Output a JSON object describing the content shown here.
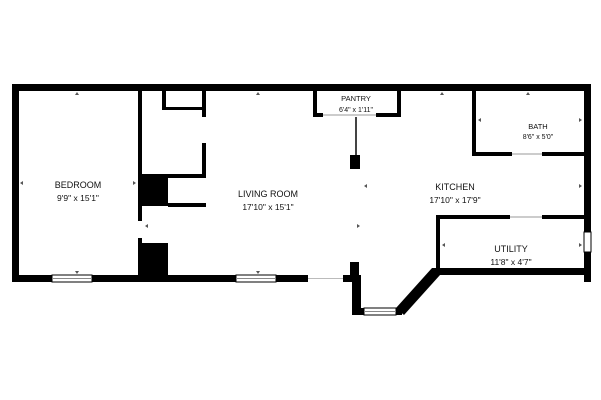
{
  "colors": {
    "wall": "#000000",
    "window": "#ffffff",
    "background": "#ffffff"
  },
  "rooms": {
    "bedroom": {
      "name": "BEDROOM",
      "dims": "9'9\" x 15'1\""
    },
    "living": {
      "name": "LIVING ROOM",
      "dims": "17'10\" x 15'1\""
    },
    "pantry": {
      "name": "PANTRY",
      "dims": "6'4\" x 1'11\""
    },
    "bath": {
      "name": "BATH",
      "dims": "8'6\" x 5'0\""
    },
    "kitchen": {
      "name": "KITCHEN",
      "dims": "17'10\" x 17'9\""
    },
    "utility": {
      "name": "UTILITY",
      "dims": "11'8\" x 4'7\""
    }
  }
}
